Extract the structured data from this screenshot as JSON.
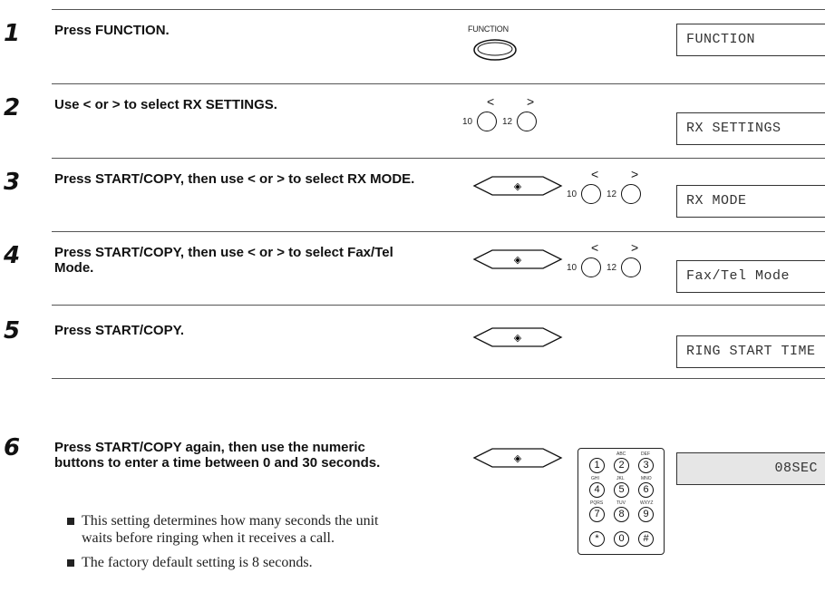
{
  "steps": [
    {
      "number": "1",
      "instruction": "Press FUNCTION.",
      "display": "FUNCTION"
    },
    {
      "number": "2",
      "instruction": "Use < or > to select RX SETTINGS.",
      "display": "RX SETTINGS"
    },
    {
      "number": "3",
      "instruction": "Press START/COPY, then use < or > to select RX MODE.",
      "display": "RX MODE"
    },
    {
      "number": "4",
      "instruction": "Press START/COPY, then use < or > to select Fax/Tel Mode.",
      "display": "Fax/Tel Mode"
    },
    {
      "number": "5",
      "instruction": "Press START/COPY.",
      "display": "RING START TIME"
    },
    {
      "number": "6",
      "instruction": "Press START/COPY again, then use the numeric buttons to enter a time between 0 and 30 seconds.",
      "display": "08SEC"
    }
  ],
  "function_button_label": "FUNCTION",
  "dial": {
    "left_num": "10",
    "right_num": "12",
    "left_arrow": "<",
    "right_arrow": ">"
  },
  "start_symbol": "◈",
  "notes": [
    "This setting determines how many seconds the unit waits before ringing when it receives a call.",
    "The factory default setting is 8 seconds."
  ],
  "keypad": {
    "keys": [
      "1",
      "2",
      "3",
      "4",
      "5",
      "6",
      "7",
      "8",
      "9",
      "*",
      "0",
      "#"
    ],
    "tags": [
      "ABC",
      "DEF",
      "GHI",
      "JKL",
      "MNO",
      "PQRS",
      "TUV",
      "WXYZ"
    ]
  }
}
